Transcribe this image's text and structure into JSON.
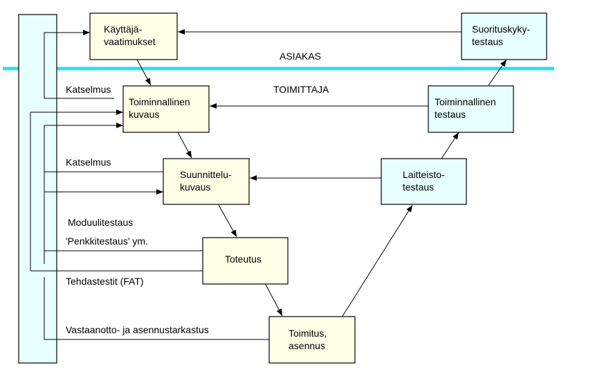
{
  "zones": {
    "customer": "ASIAKAS",
    "supplier": "TOIMITTAJA"
  },
  "boxes": {
    "user_requirements": [
      "Käyttäjä-",
      "vaatimukset"
    ],
    "functional_spec": [
      "Toiminnallinen",
      "kuvaus"
    ],
    "design_spec": [
      "Suunnittelu-",
      "kuvaus"
    ],
    "implementation": [
      "Toteutus"
    ],
    "delivery": [
      "Toimitus,",
      "asennus"
    ],
    "hardware_testing": [
      "Laitteisto-",
      "testaus"
    ],
    "functional_testing": [
      "Toiminnallinen",
      "testaus"
    ],
    "performance_testing": [
      "Suorituskyky-",
      "testaus"
    ]
  },
  "labels": {
    "review_1": "Katselmus",
    "review_2": "Katselmus",
    "module_testing": "Moduulitestaus",
    "bench_testing": "'Penkkitestaus' ym.",
    "factory_tests": "Tehdastestit (FAT)",
    "acceptance": "Vastaanotto- ja asennustarkastus"
  },
  "colors": {
    "customer_line": "#33ddee",
    "left_bar": "#e8ffff",
    "spec_box": "#ffffe8",
    "test_box": "#e8ffff"
  }
}
